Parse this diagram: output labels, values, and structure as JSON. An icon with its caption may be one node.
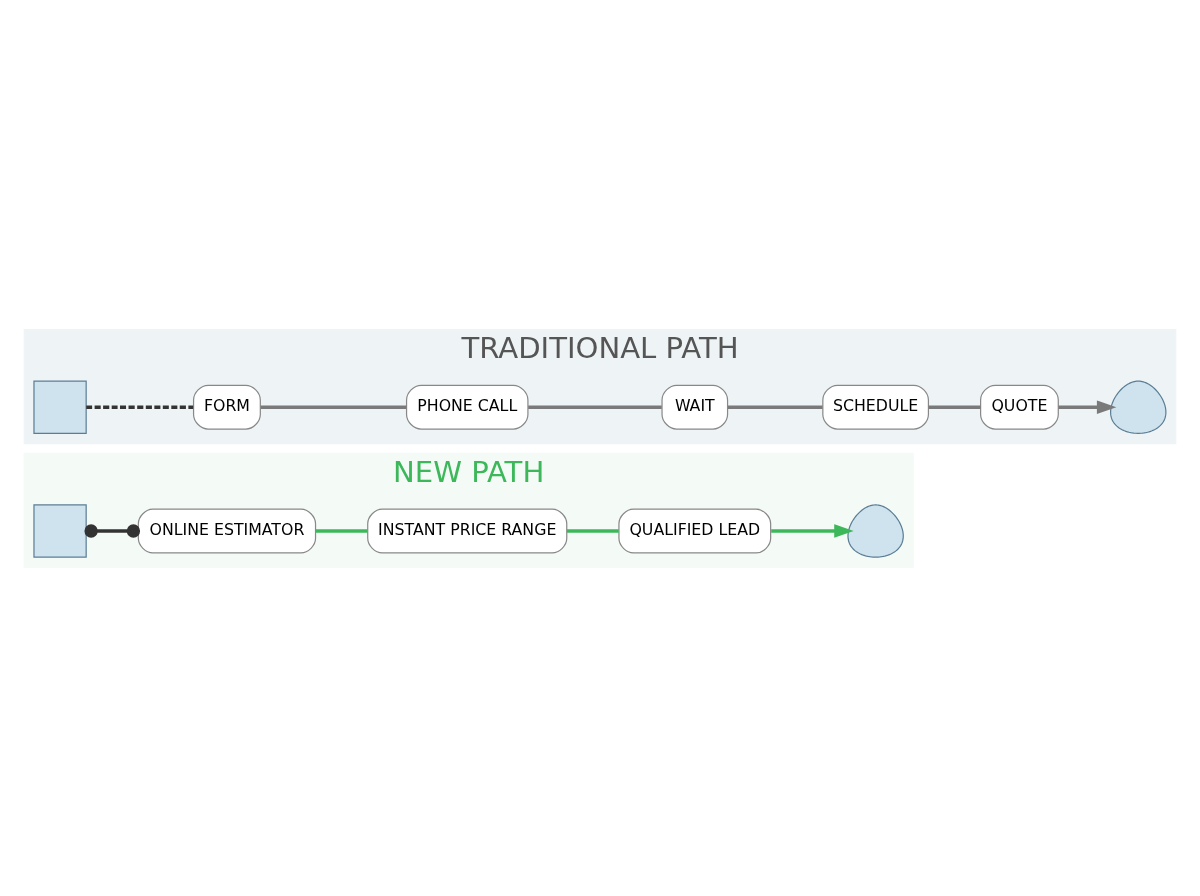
{
  "diagram": {
    "nodes": [
      {
        "text": [
          "TRADITIONAL PATH"
        ]
      },
      {
        "text": [],
        "shape": "box",
        "in": 0
      },
      {
        "text": [
          "FORM"
        ],
        "in": 0
      },
      {
        "text": [
          "PHONE CALL"
        ],
        "in": 0
      },
      {
        "text": [
          "WAIT"
        ],
        "in": 0
      },
      {
        "text": [
          "SCHEDULE"
        ],
        "in": 0
      },
      {
        "text": [
          "QUOTE"
        ],
        "in": 0
      },
      {
        "text": [],
        "shape": "person",
        "in": 0
      },
      {
        "text": [
          "NEW PATH"
        ]
      },
      {
        "text": [],
        "shape": "box",
        "in": 8
      },
      {
        "text": [
          "ONLINE ESTIMATOR"
        ],
        "in": 8
      },
      {
        "text": [
          "INSTANT PRICE RANGE"
        ],
        "in": 8
      },
      {
        "text": [
          "QUALIFIED LEAD"
        ],
        "in": 8
      },
      {
        "text": [],
        "shape": "person",
        "in": 8
      }
    ],
    "edges": [
      {
        "from": 1,
        "to": 2,
        "arrow": "none",
        "style": "dashed",
        "color": "#333333"
      },
      {
        "from": 2,
        "to": 3,
        "arrow": "none",
        "color": "#7a7a7a"
      },
      {
        "from": 3,
        "to": 4,
        "arrow": "none",
        "color": "#7a7a7a"
      },
      {
        "from": 4,
        "to": 5,
        "arrow": "none",
        "color": "#7a7a7a"
      },
      {
        "from": 5,
        "to": 6,
        "arrow": "none",
        "color": "#7a7a7a"
      },
      {
        "from": 6,
        "to": 7,
        "arrow": "to",
        "color": "#7a7a7a"
      },
      {
        "from": 9,
        "to": 10,
        "arrow": "other",
        "color": "#333333"
      },
      {
        "from": 10,
        "to": 11,
        "arrow": "none",
        "color": "#3cb85a"
      },
      {
        "from": 11,
        "to": 12,
        "arrow": "none",
        "color": "#3cb85a"
      },
      {
        "from": 12,
        "to": 13,
        "arrow": "to",
        "color": "#3cb85a"
      }
    ]
  }
}
